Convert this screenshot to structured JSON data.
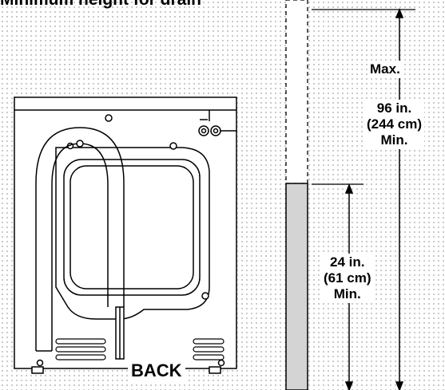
{
  "title": "Minimum height for drain",
  "labels": {
    "max": "Max.",
    "max_value_in": "96 in.",
    "max_value_cm": "(244 cm)",
    "max_min": "Min.",
    "min_value_in": "24 in.",
    "min_value_cm": "(61 cm)",
    "min_min": "Min.",
    "back": "BACK"
  },
  "colors": {
    "line": "#000000",
    "standpipe_fill": "#d4d4d4",
    "background": "#ffffff"
  },
  "icons": {
    "washer": "washer-back-outline",
    "standpipe": "drain-standpipe",
    "arrow": "dimension-arrow"
  }
}
